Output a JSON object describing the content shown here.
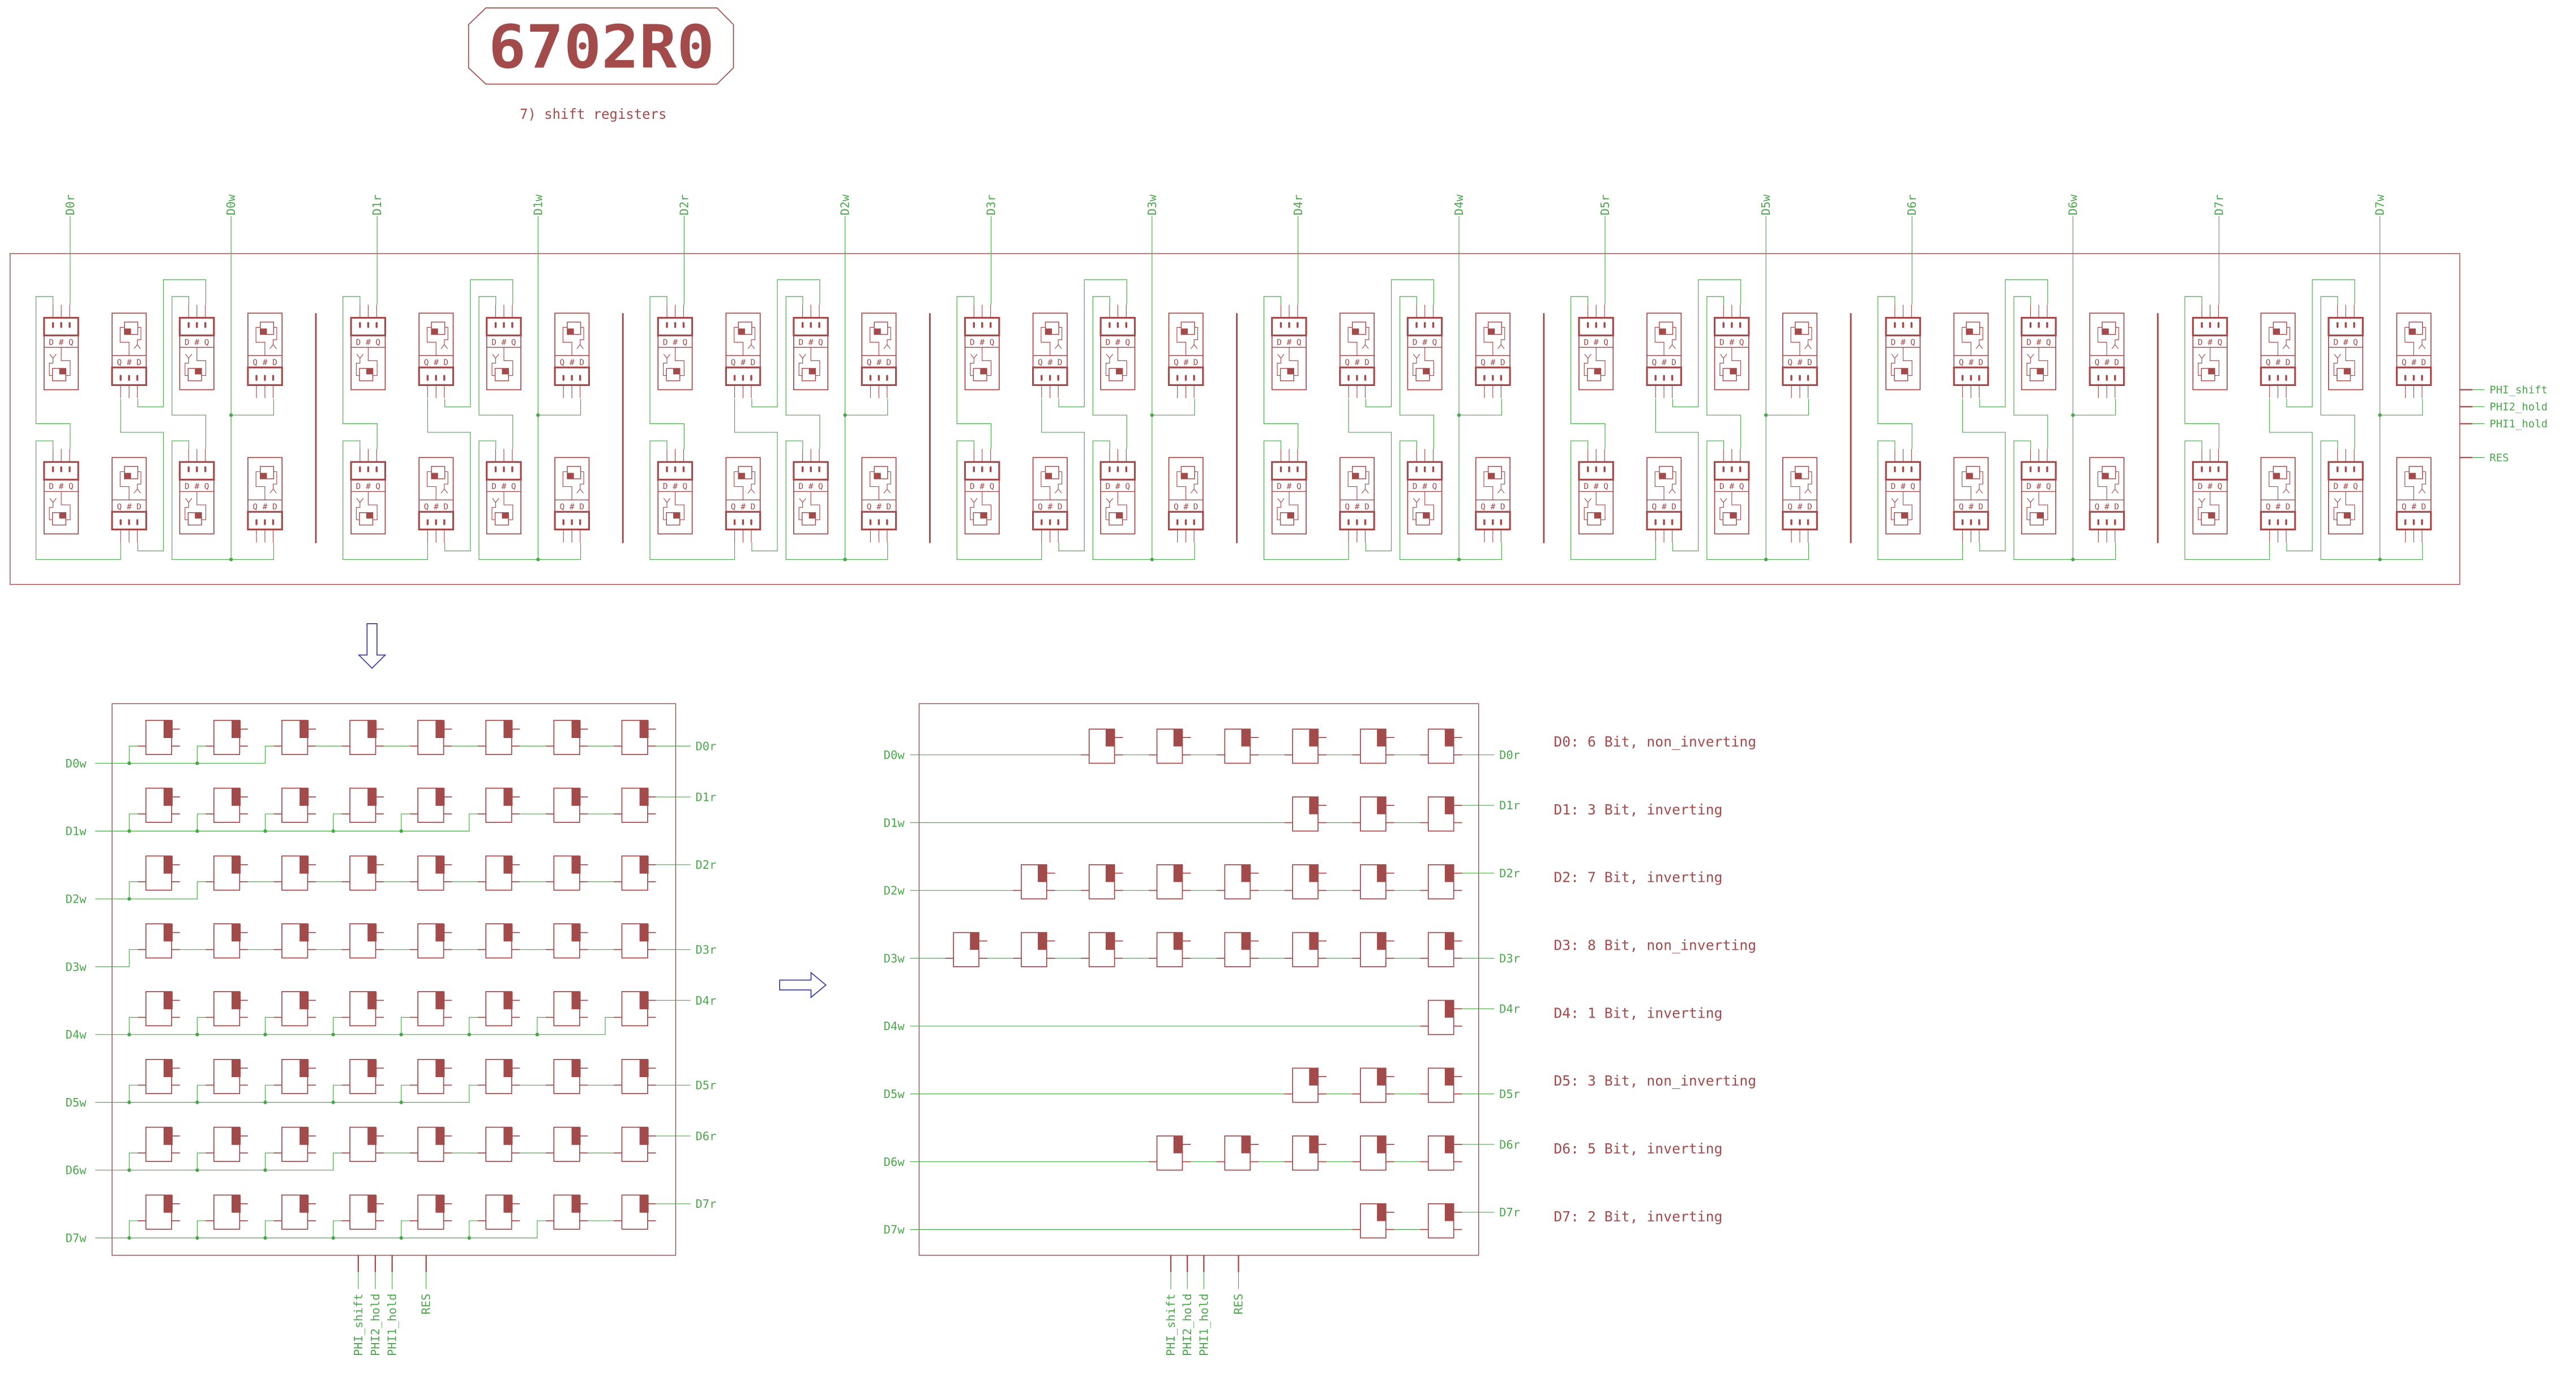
{
  "title": "6702R0",
  "subtitle": "7) shift registers",
  "colors": {
    "symbol": "#a34a4a",
    "wire": "#4aa64a",
    "arrow": "#3b3ba8",
    "background": "#ffffff"
  },
  "top_block": {
    "bus_labels": [
      "D0r",
      "D0w",
      "D1r",
      "D1w",
      "D2r",
      "D2w",
      "D3r",
      "D3w",
      "D4r",
      "D4w",
      "D5r",
      "D5w",
      "D6r",
      "D6w",
      "D7r",
      "D7w"
    ],
    "control_labels": [
      "PHI_shift",
      "PHI2_hold",
      "PHI1_hold",
      "RES"
    ],
    "cell_text": {
      "d": "D",
      "hash": "#",
      "q": "Q"
    }
  },
  "left_matrix": {
    "row_inputs": [
      "D0w",
      "D1w",
      "D2w",
      "D3w",
      "D4w",
      "D5w",
      "D6w",
      "D7w"
    ],
    "row_outputs": [
      "D0r",
      "D1r",
      "D2r",
      "D3r",
      "D4r",
      "D5r",
      "D6r",
      "D7r"
    ],
    "control_labels": [
      "PHI_shift",
      "PHI2_hold",
      "PHI1_hold",
      "RES"
    ]
  },
  "right_matrix": {
    "row_inputs": [
      "D0w",
      "D1w",
      "D2w",
      "D3w",
      "D4w",
      "D5w",
      "D6w",
      "D7w"
    ],
    "row_outputs": [
      "D0r",
      "D1r",
      "D2r",
      "D3r",
      "D4r",
      "D5r",
      "D6r",
      "D7r"
    ],
    "descriptions": [
      "D0: 6 Bit, non_inverting",
      "D1: 3 Bit, inverting",
      "D2: 7 Bit, inverting",
      "D3: 8 Bit, non_inverting",
      "D4: 1 Bit, inverting",
      "D5: 3 Bit, non_inverting",
      "D6: 5 Bit, inverting",
      "D7: 2 Bit, inverting"
    ],
    "bits": [
      6,
      3,
      7,
      8,
      1,
      3,
      5,
      2
    ],
    "inverting": [
      false,
      true,
      true,
      false,
      true,
      false,
      true,
      true
    ],
    "control_labels": [
      "PHI_shift",
      "PHI2_hold",
      "PHI1_hold",
      "RES"
    ]
  }
}
